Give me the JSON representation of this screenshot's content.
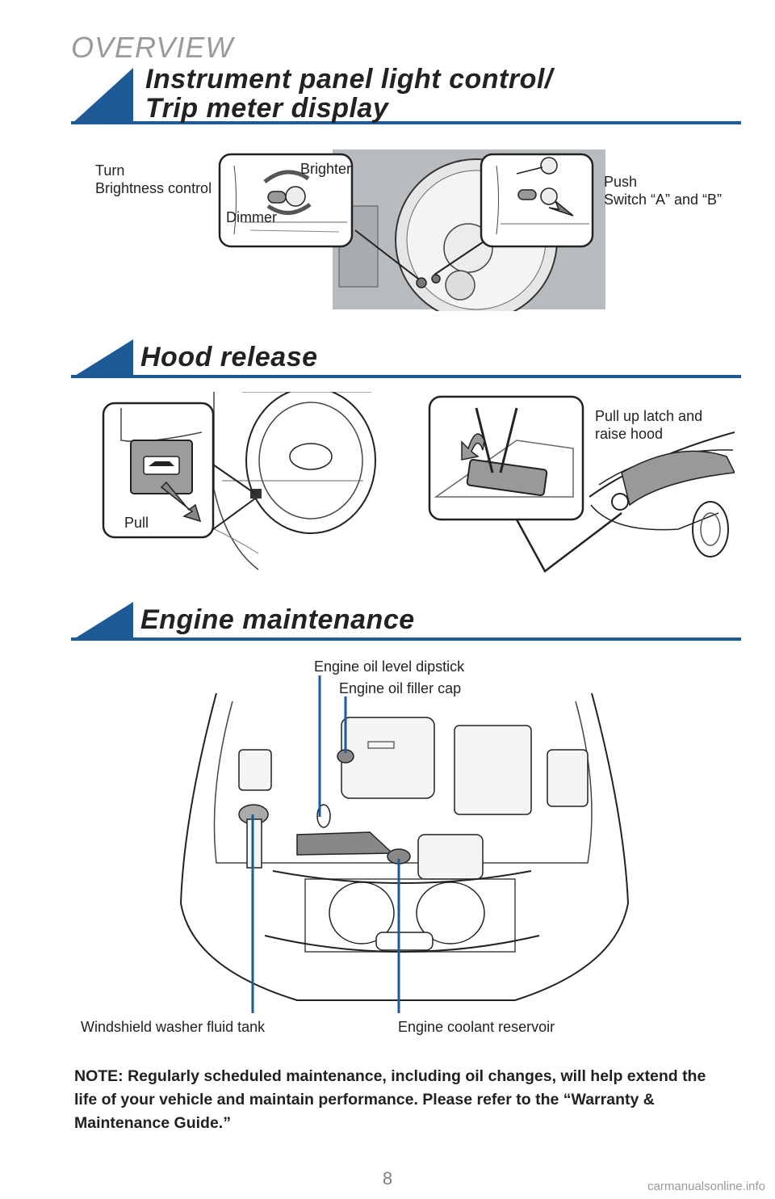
{
  "header": {
    "overview": "OVERVIEW"
  },
  "sections": {
    "instrument": {
      "title_line1": "Instrument panel light control/",
      "title_line2": "Trip meter display",
      "turn_label_1": "Turn",
      "turn_label_2": "Brightness control",
      "brighter": "Brighter",
      "dimmer": "Dimmer",
      "push_label_1": "Push",
      "push_label_2": "Switch “A” and “B”"
    },
    "hood": {
      "title": "Hood release",
      "pull": "Pull",
      "latch_1": "Pull up latch and",
      "latch_2": "raise hood"
    },
    "engine": {
      "title": "Engine maintenance",
      "dipstick": "Engine oil level dipstick",
      "filler_cap": "Engine oil filler cap",
      "washer_tank": "Windshield washer fluid tank",
      "coolant": "Engine coolant reservoir"
    }
  },
  "note": "NOTE: Regularly scheduled maintenance, including oil changes, will help extend the life of your vehicle and maintain performance. Please refer to the “Warranty & Maintenance Guide.”",
  "page_number": "8",
  "watermark": "carmanualsonline.info",
  "colors": {
    "accent": "#1d5a96",
    "gray": "#9a9a9a",
    "panel": "#b9bcbe"
  }
}
